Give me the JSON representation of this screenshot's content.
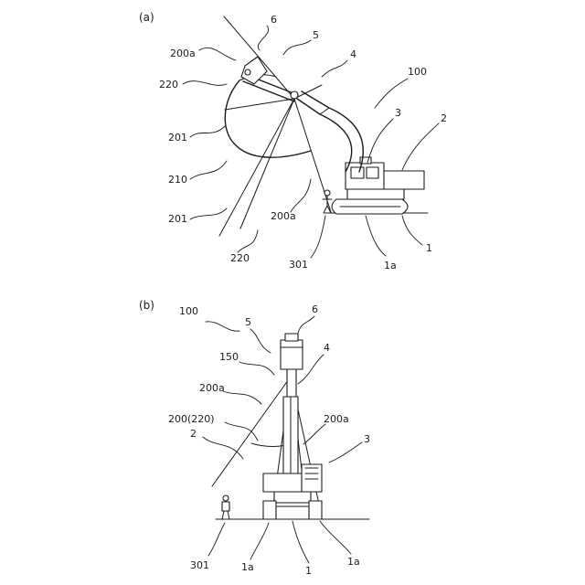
{
  "panel_a": {
    "label": "(a)",
    "refs": {
      "r6": "6",
      "r5": "5",
      "r4": "4",
      "r100": "100",
      "r3": "3",
      "r2": "2",
      "r200a_top": "200a",
      "r220_top": "220",
      "r201_mid": "201",
      "r210": "210",
      "r201_low": "201",
      "r220_low": "220",
      "r200a_mid": "200a",
      "r301": "301",
      "r1a": "1a",
      "r1": "1"
    }
  },
  "panel_b": {
    "label": "(b)",
    "refs": {
      "r100": "100",
      "r5": "5",
      "r6": "6",
      "r150": "150",
      "r4": "4",
      "r200a_left": "200a",
      "r200_220": "200(220)",
      "r200a_right": "200a",
      "r2": "2",
      "r3": "3",
      "r301": "301",
      "r1a_left": "1a",
      "r1": "1",
      "r1a_right": "1a"
    }
  }
}
